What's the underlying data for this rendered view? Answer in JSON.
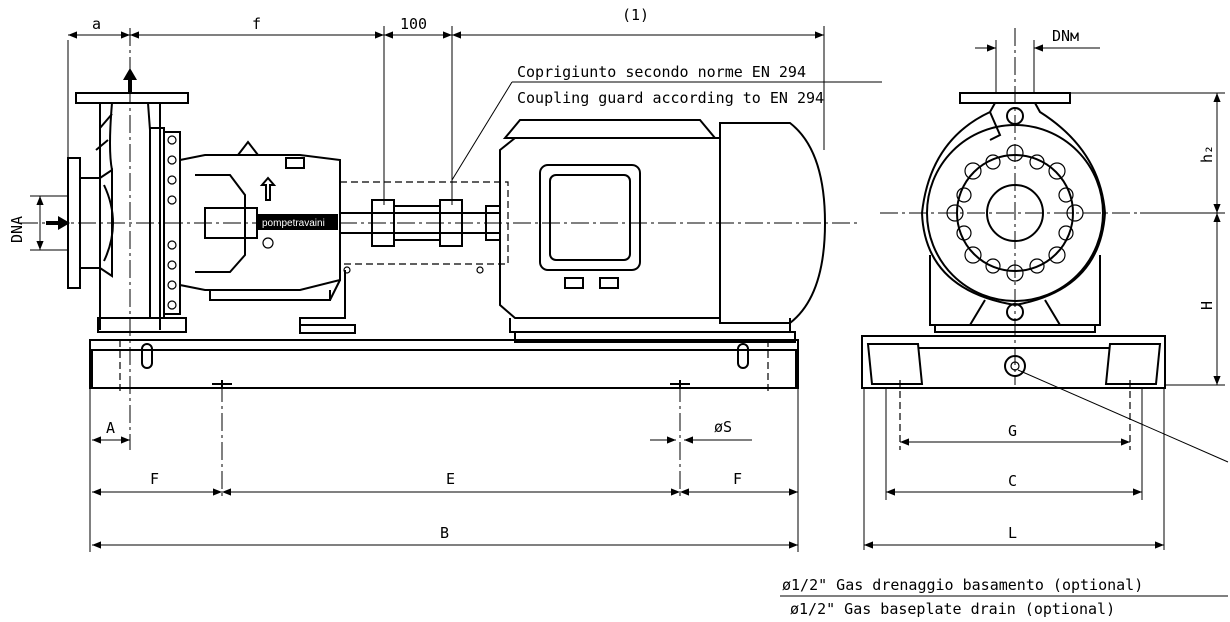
{
  "labels": {
    "a": "a",
    "f": "f",
    "d100": "100",
    "note1": "(1)",
    "dnm": "DNм",
    "dna": "DNA",
    "h2": "h₂",
    "H": "H",
    "A": "A",
    "S": "øS",
    "F": "F",
    "E": "E",
    "B": "B",
    "G": "G",
    "C": "C",
    "L": "L"
  },
  "notes": {
    "guard_it": "Coprigiunto secondo norme EN 294",
    "guard_en": "Coupling guard according to EN 294",
    "drain_it": "ø1/2\" Gas drenaggio basamento (optional)",
    "drain_en": "ø1/2\" Gas baseplate drain (optional)",
    "brand": "pompetravaini"
  }
}
